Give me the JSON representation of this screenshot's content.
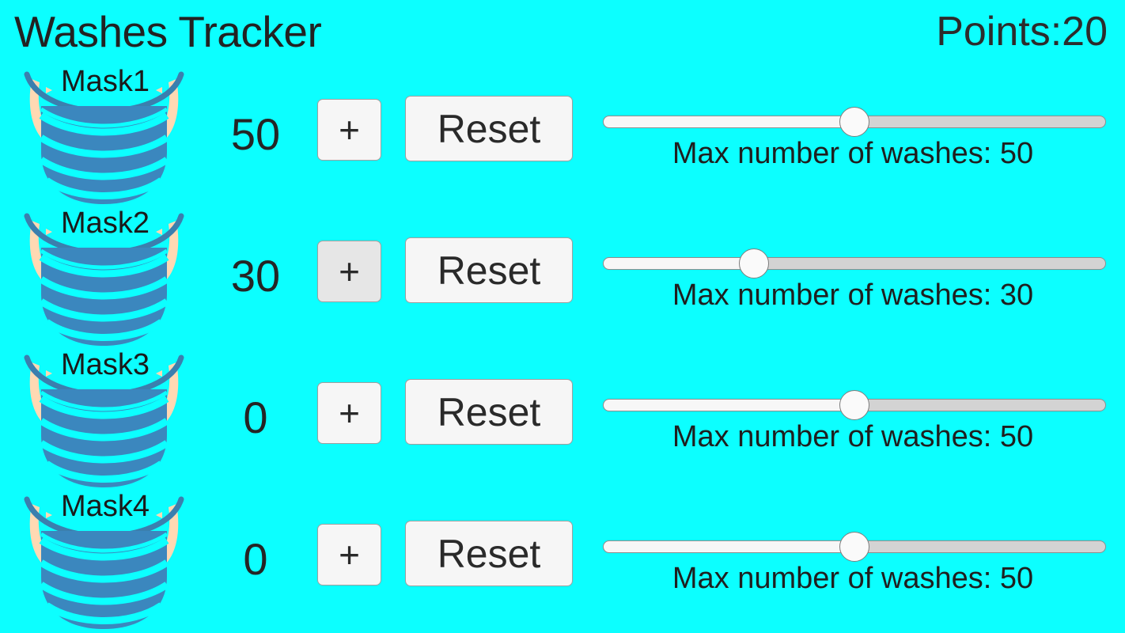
{
  "app": {
    "title": "Washes Tracker",
    "points_label": "Points:20",
    "background_color": "#0cffff",
    "text_color": "#222222",
    "mask_color": "#3b87be",
    "button_color": "#f6f6f6",
    "button_pressed_color": "#e6e6e6"
  },
  "rows": [
    {
      "mask_label": "Mask1",
      "mask_icon": "face-mask-icon",
      "count": "50",
      "plus_label": "+",
      "plus_state": "normal",
      "reset_label": "Reset",
      "slider_value": 50,
      "slider_min": 0,
      "slider_max": 100,
      "slider_percent": 50,
      "slider_caption": "Max number of washes: 50"
    },
    {
      "mask_label": "Mask2",
      "mask_icon": "face-mask-icon",
      "count": "30",
      "plus_label": "+",
      "plus_state": "pressed",
      "reset_label": "Reset",
      "slider_value": 30,
      "slider_min": 0,
      "slider_max": 100,
      "slider_percent": 30,
      "slider_caption": "Max number of washes: 30"
    },
    {
      "mask_label": "Mask3",
      "mask_icon": "face-mask-icon",
      "count": "0",
      "plus_label": "+",
      "plus_state": "normal",
      "reset_label": "Reset",
      "slider_value": 50,
      "slider_min": 0,
      "slider_max": 100,
      "slider_percent": 50,
      "slider_caption": "Max number of washes: 50"
    },
    {
      "mask_label": "Mask4",
      "mask_icon": "face-mask-icon",
      "count": "0",
      "plus_label": "+",
      "plus_state": "normal",
      "reset_label": "Reset",
      "slider_value": 50,
      "slider_min": 0,
      "slider_max": 100,
      "slider_percent": 50,
      "slider_caption": "Max number of washes: 50"
    }
  ]
}
